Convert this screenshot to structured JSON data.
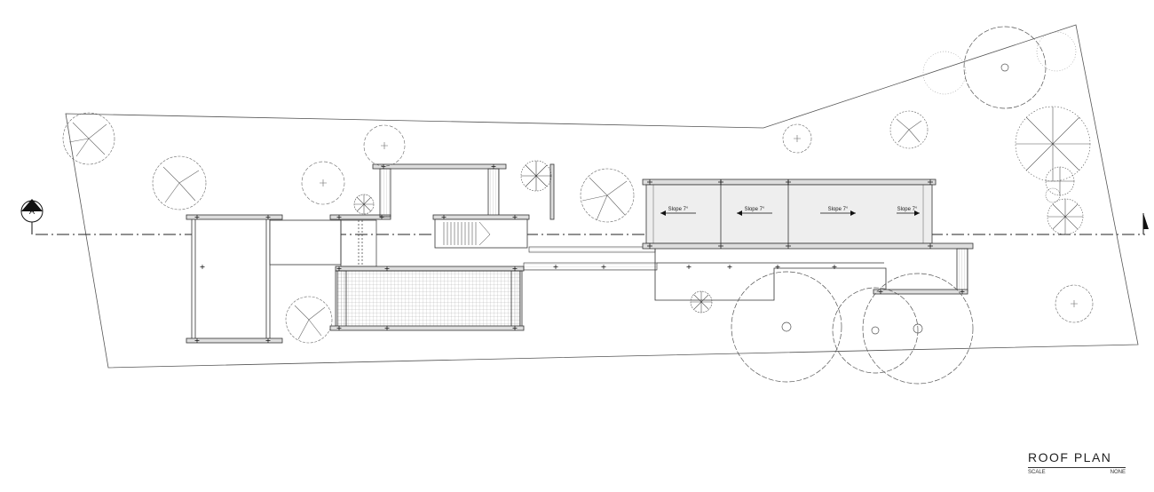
{
  "section_marker": {
    "letter": "A"
  },
  "slopes": [
    {
      "label": "Slope 7°",
      "direction": "left"
    },
    {
      "label": "Slope 7°",
      "direction": "left"
    },
    {
      "label": "Slope 7°",
      "direction": "right"
    },
    {
      "label": "Slope 7°",
      "direction": "right"
    }
  ],
  "title_block": {
    "title": "ROOF PLAN",
    "scale_label": "SCALE",
    "scale_value": "NONE"
  },
  "colors": {
    "line": "#333333",
    "roof_fill": "#eeeeee",
    "hatch": "#9a9a9a"
  }
}
